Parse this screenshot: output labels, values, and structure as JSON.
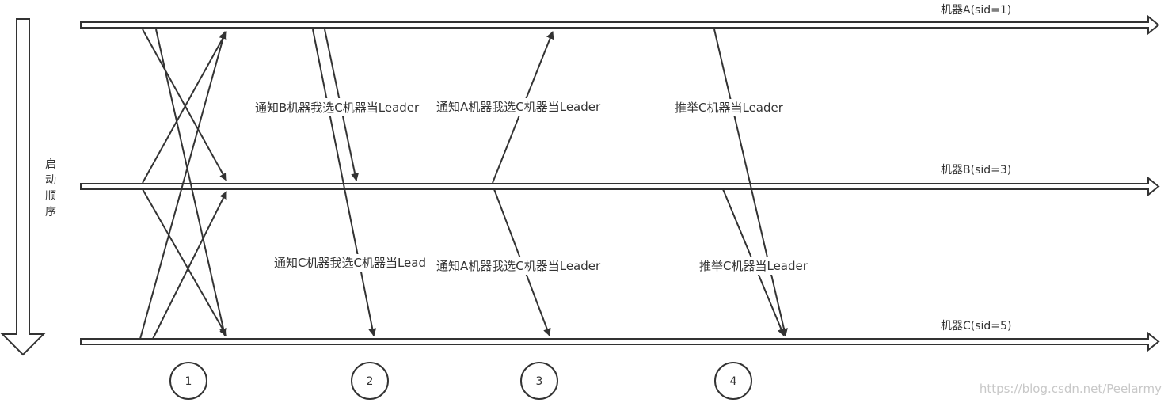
{
  "machines": {
    "a": "机器A(sid=1)",
    "b": "机器B(sid=3)",
    "c": "机器C(sid=5)"
  },
  "startup_order": [
    "启",
    "动",
    "顺",
    "序"
  ],
  "messages": {
    "b_to_a_notify": "通知B机器我选C机器当Leader",
    "c_to_a_notify": "通知C机器我选C机器当Lead",
    "a_to_b_notify": "通知A机器我选C机器当Leader",
    "c_to_b_notify": "通知A机器我选C机器当Leader",
    "elect_a": "推举C机器当Leader",
    "elect_b": "推举C机器当Leader"
  },
  "steps": [
    "1",
    "2",
    "3",
    "4"
  ],
  "watermark": "https://blog.csdn.net/Peelarmy",
  "colors": {
    "stroke": "#333333",
    "text": "#333333",
    "watermark": "#c8c8c8"
  }
}
